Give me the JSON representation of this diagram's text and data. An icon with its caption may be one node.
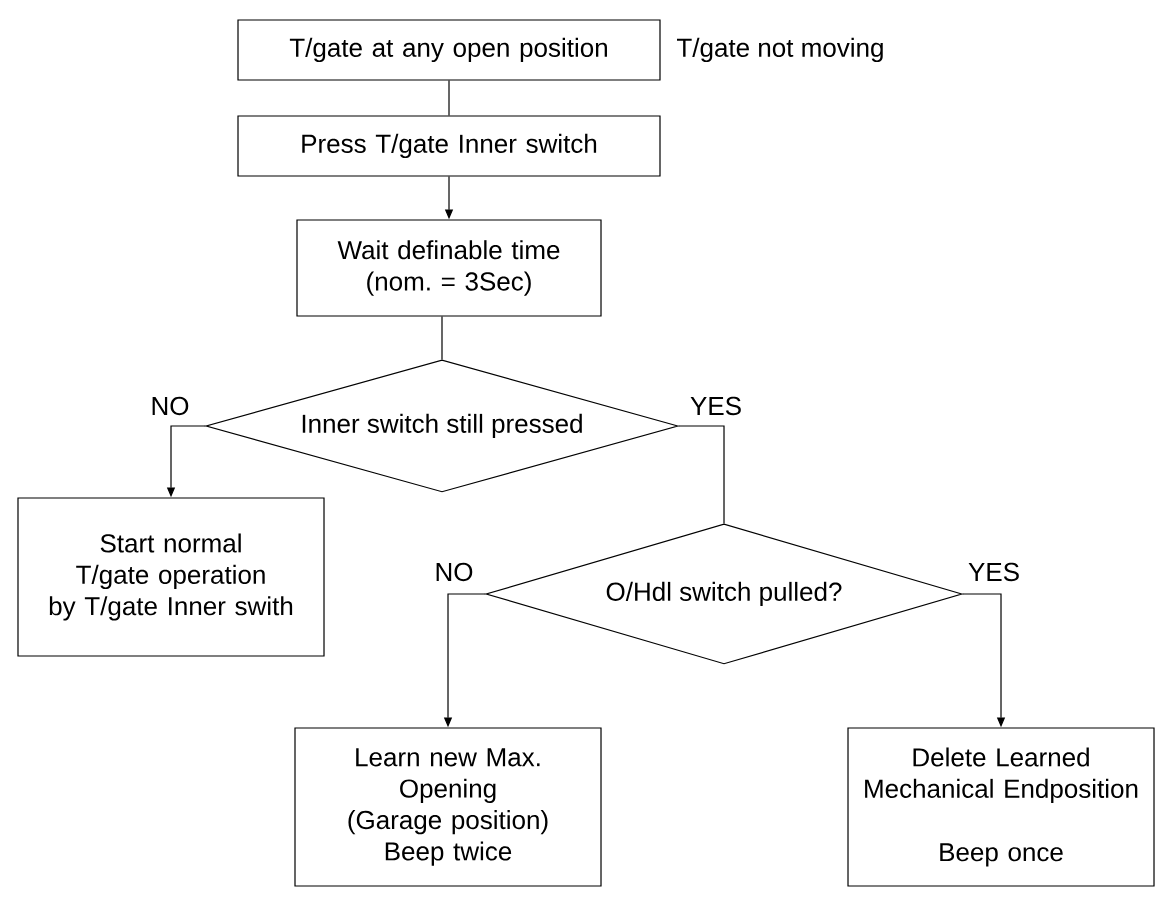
{
  "diagram": {
    "nodes": [
      {
        "text": [
          "T/gate at any open position"
        ],
        "beside": [
          "T/gate not moving"
        ]
      },
      {
        "text": [
          "Press T/gate Inner switch"
        ]
      },
      {
        "text": [
          "Wait definable time (nom. = 3Sec)"
        ]
      },
      {
        "text": [
          "Inner switch still pressed"
        ]
      },
      {
        "text": [
          "Start normal T/gate operation by T/gate Inner swith"
        ]
      },
      {
        "text": [
          "O/Hdl switch pulled?"
        ]
      },
      {
        "text": [
          "Learn new Max. Opening (Garage position)",
          "Beep twice"
        ]
      },
      {
        "text": [
          "Delete Learned Mechanical Endposition",
          "Beep once"
        ]
      }
    ],
    "edges": [
      {
        "from": 0,
        "to": 1,
        "arrow": "none"
      },
      {
        "from": 1,
        "to": 2,
        "arrow": "to"
      },
      {
        "from": 2,
        "to": 3,
        "arrow": "none"
      },
      {
        "from": 3,
        "to": 4,
        "arrow": "to",
        "label": "NO"
      },
      {
        "from": 3,
        "to": 5,
        "arrow": "none",
        "label": "YES"
      },
      {
        "from": 5,
        "to": 6,
        "arrow": "to",
        "label": "NO"
      },
      {
        "from": 5,
        "to": 7,
        "arrow": "to",
        "label": "YES"
      }
    ]
  }
}
